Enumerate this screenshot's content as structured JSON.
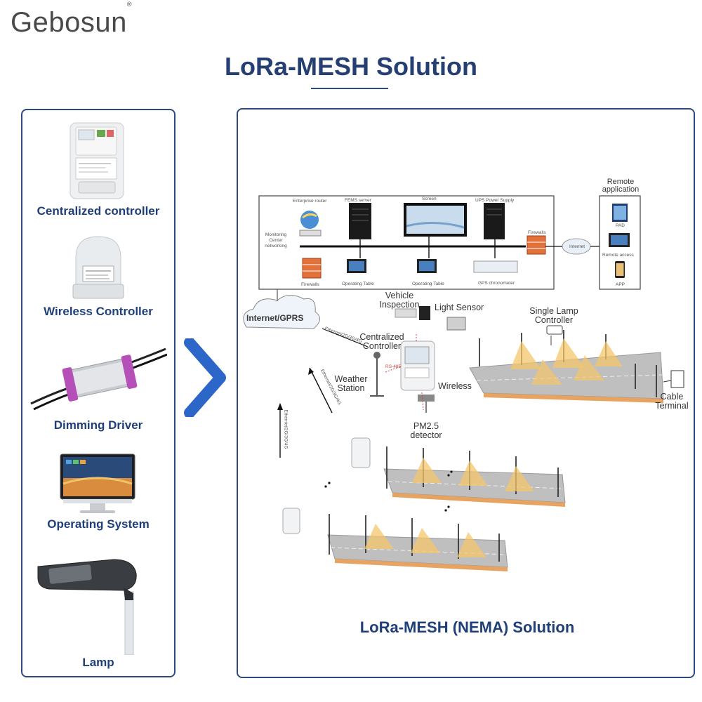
{
  "brand": {
    "logo_text": "Gebosun",
    "logo_mark": "®"
  },
  "title": "LoRa-MESH Solution",
  "components": [
    {
      "label": "Centralized controller",
      "icon": "data-concentrator-icon"
    },
    {
      "label": "Wireless Controller",
      "icon": "nema-controller-icon"
    },
    {
      "label": "Dimming Driver",
      "icon": "led-driver-icon"
    },
    {
      "label": "Operating System",
      "icon": "monitor-icon"
    },
    {
      "label": "Lamp",
      "icon": "street-lamp-icon"
    }
  ],
  "diagram": {
    "title": "LoRa-MESH (NEMA) Solution",
    "control_room": {
      "monitoring_label": "Monitoring Center networking",
      "enterprise_router": "Enterprise router",
      "fems_server": "FEMS server",
      "screen": "Screen",
      "ups": "UPS Power Supply",
      "firewalls_left": "Firewalls",
      "operating_table_1": "Operating Table",
      "operating_table_2": "Operating Table",
      "gps": "GPS chronometer",
      "firewalls_right": "Firewalls",
      "internet": "Internet"
    },
    "remote": {
      "title": "Remote application",
      "pad": "PAD",
      "remote_access": "Remote access",
      "app": "APP"
    },
    "internet_gprs": "Internet/GPRS",
    "vehicle_inspection": "Vehicle Inspection",
    "light_sensor": "Light Sensor",
    "single_lamp_controller": "Single Lamp Controller",
    "centralized_controller": "Centralized Controller",
    "weather_station": "Weather Station",
    "wireless": "Wireless",
    "cable_terminal": "Cable Terminal",
    "pm25": "PM2.5 detector",
    "link_ethernet": "Ethernet/2G/3G/4G",
    "link_rs485": "RS-485"
  },
  "colors": {
    "navy": "#253f73",
    "border": "#2d4a7e",
    "accent_blue": "#2f6fd1",
    "lamp_light": "#f4c56a"
  }
}
